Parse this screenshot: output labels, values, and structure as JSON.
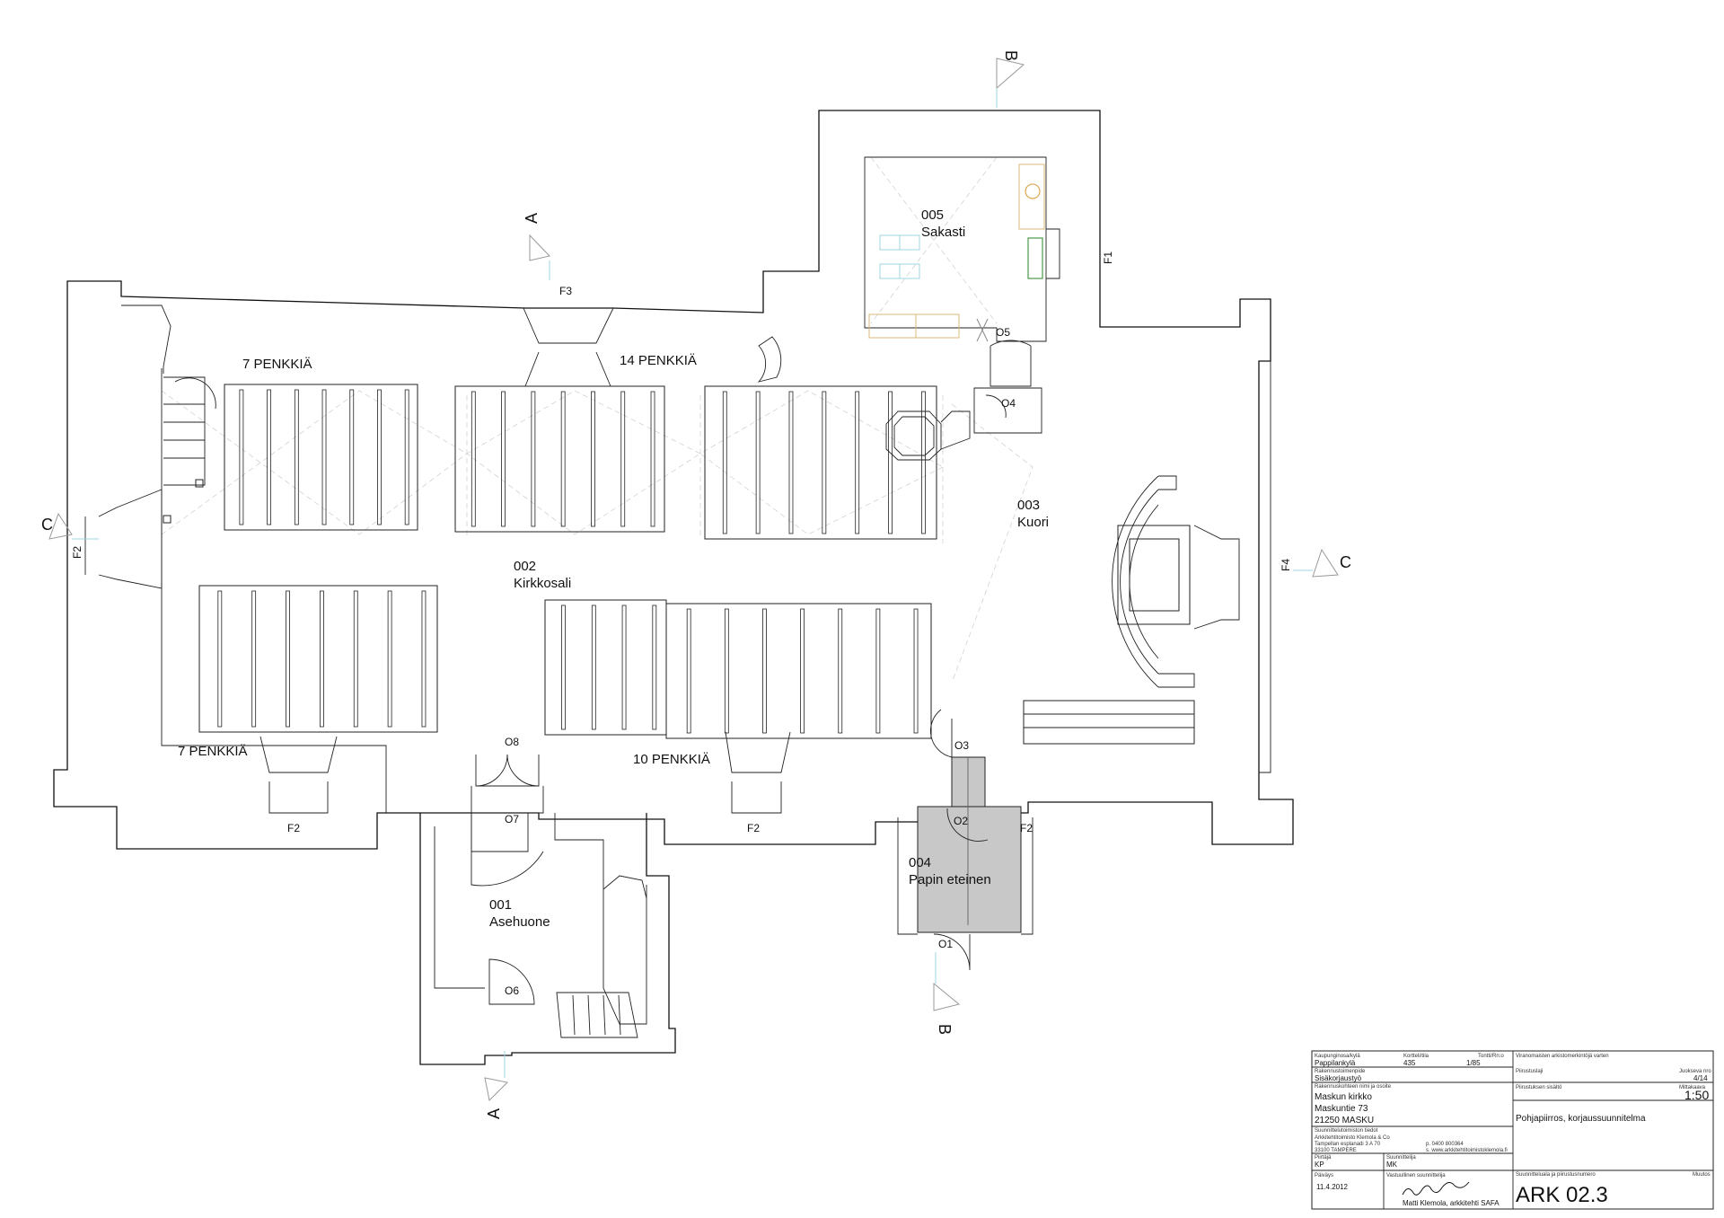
{
  "rooms": {
    "r001": {
      "number": "001",
      "name": "Asehuone"
    },
    "r002": {
      "number": "002",
      "name": "Kirkkosali"
    },
    "r003": {
      "number": "003",
      "name": "Kuori"
    },
    "r004": {
      "number": "004",
      "name": "Papin eteinen"
    },
    "r005": {
      "number": "005",
      "name": "Sakasti"
    }
  },
  "pews": {
    "nw": "7 PENKKIÄ",
    "ne": "14 PENKKIÄ",
    "sw": "7 PENKKIÄ",
    "se": "10 PENKKIÄ"
  },
  "doors": [
    "O1",
    "O2",
    "O3",
    "O4",
    "O5",
    "O6",
    "O7",
    "O8"
  ],
  "windows": {
    "f1": "F1",
    "f2": "F2",
    "f3": "F3",
    "f4": "F4"
  },
  "sections": {
    "a": "A",
    "b": "B",
    "c": "C"
  },
  "title_block": {
    "kaupunginosa_label": "Kaupunginosa/kylä",
    "kaupunginosa": "Pappilankylä",
    "kortteli_label": "Kortteli/tila",
    "kortteli": "435",
    "tontti_label": "Tontti/Rn:o",
    "tontti": "1/85",
    "viranomainen_label": "Viranomaisten arkistomerkintöjä varten",
    "toimenpide_label": "Rakennustoimenpide",
    "toimenpide": "Sisäkorjaustyö",
    "piirustuslaji_label": "Piirustuslaji",
    "juokseva_label": "Juokseva nro",
    "juokseva": "4/14",
    "kohde_label": "Rakennuskohteen nimi ja osoite",
    "kohde_nimi": "Maskun kirkko",
    "kohde_katu": "Maskuntie 73",
    "kohde_posti": "21250  MASKU",
    "sisalto_label": "Piirustuksen sisältö",
    "mittakaava_label": "Mittakaava",
    "mittakaava": "1:50",
    "sisalto": "Pohjapiirros, korjaussuunnitelma",
    "toimisto_label": "Suunnittelutoimiston tiedot",
    "toimisto_nimi": "Arkkitehtitoimisto Klemola & Co",
    "toimisto_katu": "Tampellan esplanadi 3 A 70",
    "toimisto_posti": "33100 TAMPERE",
    "toimisto_puh": "p. 0400 800364",
    "toimisto_www": "s. www.arkkitehtitoimistoklemola.fi",
    "piirtaja_label": "Piirtäjä",
    "piirtaja": "KP",
    "suunnittelija_label": "Suunnittelija",
    "suunnittelija": "MK",
    "paivays_label": "Päiväys",
    "paivays": "11.4.2012",
    "vastuullinen_label": "Vastuullinen suunnittelija",
    "vastuullinen": "Matti Klemola, arkkitehti SAFA",
    "suunnitteluala_label": "Suunnitteluala ja piirustusnumero",
    "muutos_label": "Muutos",
    "piirustusnumero": "ARK 02.3"
  }
}
